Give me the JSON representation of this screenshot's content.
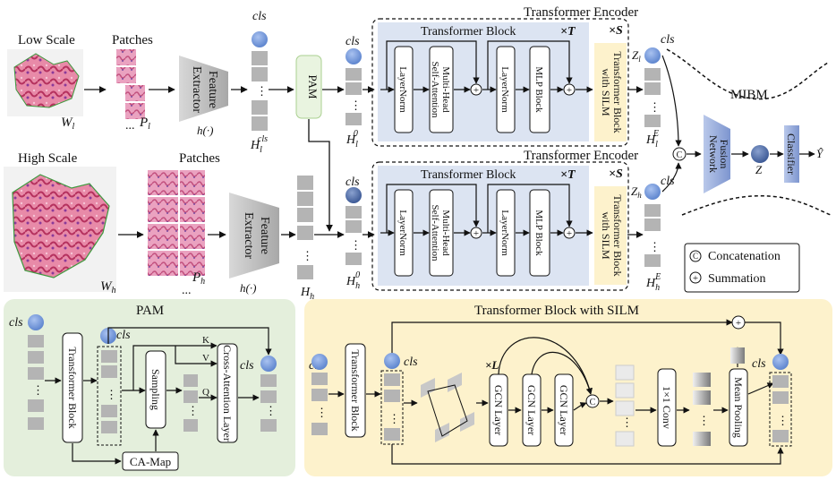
{
  "top": {
    "low_scale": "Low Scale",
    "patches": "Patches",
    "w_l": "W",
    "w_l_sub": "l",
    "p_l": "P",
    "p_l_sub": "l",
    "dots_low": "...",
    "fe_line1": "Feature",
    "fe_line2": "Extractor",
    "h_func": "h(·)",
    "cls": "cls",
    "h_l_cls": "H",
    "h_l_cls_sub": "l",
    "h_l_cls_sup": "cls",
    "pam": "PAM",
    "h_l0": "H",
    "h_l0_sub": "l",
    "h_l0_sup": "0",
    "vdots": "⋮"
  },
  "mid": {
    "high_scale": "High Scale",
    "patches": "Patches",
    "w_h": "W",
    "w_h_sub": "h",
    "p_h": "P",
    "p_h_sub": "h",
    "dots_high": "...",
    "fe_line1": "Feature",
    "fe_line2": "Extractor",
    "h_func": "h(·)",
    "h_h": "H",
    "h_h_sub": "h",
    "h_h0": "H",
    "h_h0_sub": "h",
    "h_h0_sup": "0",
    "cls": "cls"
  },
  "encoder": {
    "title": "Transformer Encoder",
    "block_title": "Transformer Block",
    "times_t": "×T",
    "times_s": "×S",
    "layernorm": "LayerNorm",
    "mhsa_1": "Multi-Head",
    "mhsa_2": "Self-Attention",
    "mlp": "MLP Block",
    "silm_1": "Transformer Block",
    "silm_2": "with SILM",
    "plus": "+"
  },
  "mibm": {
    "title": "MIBM",
    "fusion_1": "Fusion",
    "fusion_2": "Network",
    "classifier": "Classifier",
    "z": "Z",
    "y_hat": "Ŷ",
    "z_l": "Z",
    "z_l_sub": "l",
    "z_h": "Z",
    "z_h_sub": "h",
    "h_le": "H",
    "h_le_sub": "l",
    "h_le_sup": "E",
    "h_he": "H",
    "h_he_sub": "h",
    "h_he_sup": "E",
    "concat_symbol": "C",
    "cls": "cls"
  },
  "legend": {
    "concat_symbol": "C",
    "concat": "Concatenation",
    "sum_symbol": "+",
    "sum": "Summation"
  },
  "pam_panel": {
    "title": "PAM",
    "transformer_block": "Transformer Block",
    "sampling": "Sampling",
    "cross_attention": "Cross-Attention Layer",
    "ca_map": "CA-Map",
    "k": "K",
    "v": "V",
    "q": "Q",
    "cls": "cls"
  },
  "silm_panel": {
    "title": "Transformer Block with SILM",
    "transformer_block": "Transformer Block",
    "times_l": "×L",
    "gcn": "GCN Layer",
    "conv": "1×1 Conv",
    "mean_pooling": "Mean Pooling",
    "cls": "cls",
    "concat_symbol": "C",
    "plus": "+"
  },
  "colors": {
    "cls_token": "#6f94d6",
    "token": "#b4b4b4",
    "encoder_bg": "#dce4f2",
    "silm_bg": "#fdf2cc",
    "pam_bg": "#e4efdc",
    "pam_fill": "#e9f4e0",
    "extractor": "#c0c0c0",
    "fusion": "#8ea4d6"
  }
}
